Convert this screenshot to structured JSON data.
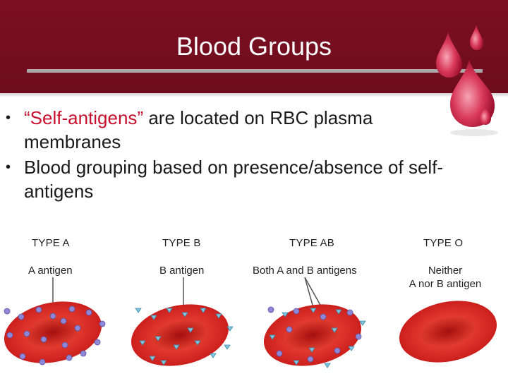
{
  "slide": {
    "title": "Blood Groups",
    "bullets": [
      {
        "quote_open": "“",
        "highlight": "Self-antigens",
        "quote_close": "”",
        "rest": " are located on RBC plasma membranes"
      },
      {
        "text": "Blood grouping based on presence/absence of self-antigens"
      }
    ],
    "bullet_line2_a": "membranes",
    "bullet_line1_b": "Blood grouping based on presence/absence of self-",
    "bullet_line2_b": "antigens",
    "bullet_line1_a_rest": " are located on RBC plasma"
  },
  "figure": {
    "types": [
      {
        "type": "TYPE A",
        "antigen": "A antigen"
      },
      {
        "type": "TYPE B",
        "antigen": "B antigen"
      },
      {
        "type": "TYPE AB",
        "antigen": "Both A and B antigens"
      },
      {
        "type": "TYPE O",
        "antigen_line1": "Neither",
        "antigen_line2": "A nor B antigen"
      }
    ]
  },
  "colors": {
    "header": "#7b1022",
    "accent_red": "#c8102e",
    "cell_red": "#d41e1e",
    "antigen_a": "#8f86d6",
    "antigen_b": "#7fc6e0"
  },
  "icons": [
    "blood-drop-icon",
    "red-blood-cell-icon"
  ]
}
